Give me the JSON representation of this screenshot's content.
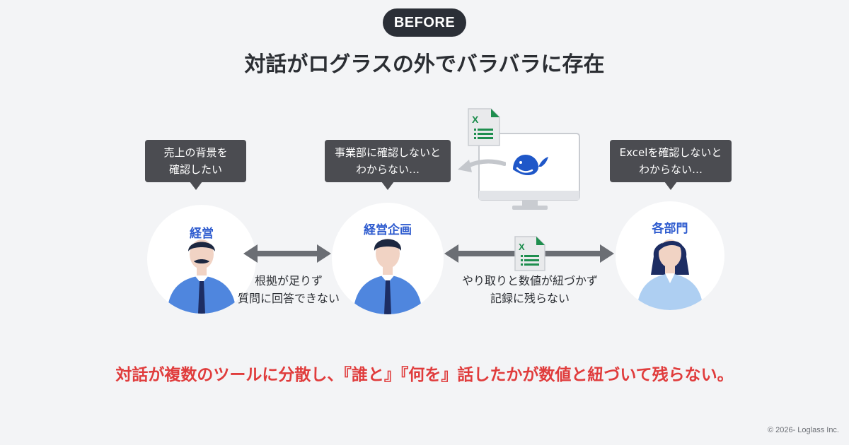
{
  "badge": "BEFORE",
  "title": "対話がログラスの外でバラバラに存在",
  "bubbles": {
    "left": [
      "売上の背景を",
      "確認したい"
    ],
    "center": [
      "事業部に確認しないと",
      "わからない…"
    ],
    "right": [
      "Excelを確認しないと",
      "わからない…"
    ]
  },
  "persons": {
    "left": "経営",
    "center": "経営企画",
    "right": "各部門"
  },
  "descriptions": {
    "left": [
      "根拠が足りず",
      "質問に回答できない"
    ],
    "right": [
      "やり取りと数値が紐づかず",
      "記録に残らない"
    ]
  },
  "icons": {
    "spreadsheet_letter": "X",
    "spreadsheet_color": "#1e8e4e",
    "whale_color": "#1f57c8"
  },
  "conclusion": "対話が複数のツールに分散し、『誰と』『何を』話したかが数値と紐づいて残らない。",
  "copyright": "© 2026- Loglass Inc."
}
